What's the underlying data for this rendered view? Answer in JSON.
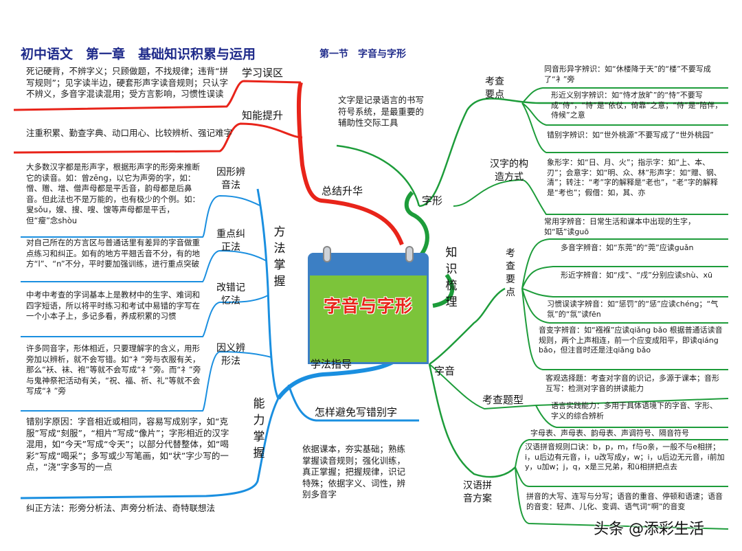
{
  "header": {
    "title": "初中语文　第一章　基础知识积累与运用",
    "section": "第一节　字音与字形"
  },
  "center": {
    "label": "字音与字形"
  },
  "left": {
    "mistakes": {
      "label": "学习误区",
      "text": "死记硬背，不辨字义；只顾做题，不找规律；违背“拼写规则”；见字读半边，硬套形声字读音规则；只认字不辨义，多音字混读混用；受方言影响，习惯性误读"
    },
    "improve": {
      "label": "知能提升",
      "text": "注重积累、勤查字典、动口用心、比较辨析、强记难字"
    },
    "summary_label": "总结升华",
    "methods": {
      "label": "方法掌握",
      "items": [
        {
          "label": "因形辨音法",
          "text": "大多数汉字都是形声字，根据形声字的形旁来推断它的读音。如：曾zēng，以它为声旁的字，如：憎、赠、增、僧声母都是平舌音，韵母都是后鼻音。但此法也不是万能的，也有极少的个例。如：叟sǒu，嫂、搜、嗖、馊等声母都是平舌，但“瘦”念shòu"
        },
        {
          "label": "重点纠正法",
          "text": "对自己所在的方言区与普通话里有差异的字音做重点练习和纠正。如有的地方平翘舌音不分，有的地方“l”、“n”不分，平时要加强训练，进行重点突破"
        },
        {
          "label": "改错记忆法",
          "text": "中考中考查的字词基本上是教材中的生字、难词和四字短语，所以将平时练习和考试中易错的字写在一个小本子上，多记多看，养成积累的习惯"
        },
        {
          "label": "因义辨形法",
          "text": "许多同音字，形体相近，只要理解字的含义，用形旁加以辨析，就不会写错。如“衤”旁与衣服有关，那么“袄、袜、袍”等就不会写成“礻”旁。而“礻”旁与鬼神祭祀活动有关，“祝、福、祈、礼”等就不会写成“衤”旁"
        }
      ]
    },
    "ability": {
      "label": "能力掌握",
      "cause": "错别字原因：字音相近或相同，容易写成别字，如“克服”写成“刻服”，“相片”写成“像片”；字形相近的汉字混用，如“今天”写成“令天”；以部分代替整体，如“喝彩”写成“喝采”；多写或少写笔画，如“状”字少写的一点，“浇”字多写的一点",
      "fix": "纠正方法：形旁分析法、声旁分析法、奇特联想法"
    },
    "study_label": "学法指导",
    "avoid": {
      "label": "怎样避免写错别字",
      "text": "依据课本，夯实基础；熟练掌握读音规则；强化训练，真正掌握；把握规律，识记特殊；依据字义、词性，辨别多音字"
    }
  },
  "right": {
    "knowledge_label": "知识梳理",
    "shape": {
      "label": "字形",
      "definition": "文字是记录语言的书写符号系统，是最重要的辅助性交际工具",
      "key_label": "考查要点",
      "key_items": [
        "同音形异字辨识：如“休楼降于天”的“楼”不要写成了“衤”旁",
        "形近义别字辨识：如“恃才放旷”的“恃”不要写成“侍”，“恃”是“依仗，倚靠”之意；“侍”是“陪伴，侍候”之意",
        "错别字辨识：如“世外桃源”不要写成了“世外桃园”"
      ],
      "structure_label": "汉字的构造方式",
      "structure_text": "象形字：如“日、月、火”；指示字：如“上、本、刃”；会意字：如“明、众、林”形声字：如“赠、钢、清”；转注：“考”字的解释是“老也”，“老”字的解释是“考也”；假借：如，其、亦"
    },
    "sound": {
      "label": "字音",
      "key_label": "考查要点",
      "key_items": [
        "常用字辨音：日常生活和课本中出现的生字，如“聒”读guō",
        "多音字辨音：如“东莞”的“莞”应读guǎn",
        "形近字辨音：如“戍”、“戌”分别应读shù、xū",
        "习惯误读字辨音：如“惩罚”的“惩”应读chéng；“气氛”的“氛”读fēn",
        "音变字辨音：如“襁褓”应读qiǎng bǎo 根据普通话读音规则，两个上声相连，前一个应变成阳平，即读qiáng bǎo，但注音时还是注qiǎng bǎo"
      ],
      "exam_label": "考查题型",
      "exam_items": [
        "客观选择题：考查对字音的识记，多源于课本；音形互写：检测对字音的拼读能力",
        "语言实践能力：多用于具体语境下的字音、字形、字义的综合辨析"
      ],
      "pinyin_label": "汉语拼音方案",
      "pinyin_items": [
        "字母表、声母表、韵母表、声调符号、隔音符号",
        "汉语拼音规则口诀：b，p，m，f与o亲，一般不与e相拼；i，u后边有元音，i，u改写成y，w；i，u后边无元音，i前加y，u加w；j，q，x是三兄弟，和ü相拼把点去",
        "拼音的大写、连写与分写；语音的重音、停顿和语速；语音的音变：轻声、儿化、变调、语气词“啊”的音变"
      ]
    }
  },
  "watermark": "头条 @添彩生活",
  "colors": {
    "red": "#e8241a",
    "blue": "#1a8fe0",
    "green": "#1d9c3a",
    "title": "#1e2a8a"
  }
}
